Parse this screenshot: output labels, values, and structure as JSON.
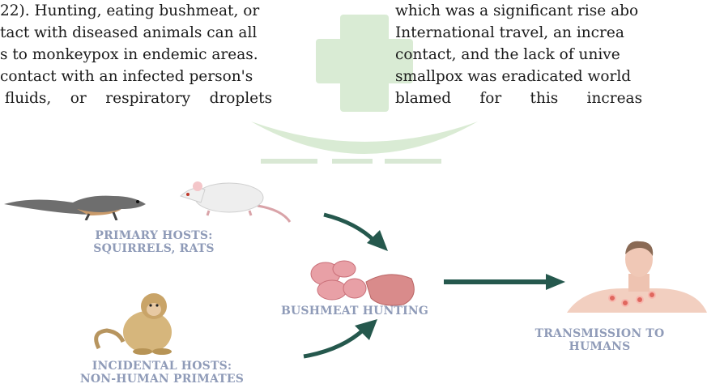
{
  "text_left": [
    "22). Hunting, eating bushmeat, or",
    "tact with diseased animals can all",
    "s to monkeypox in endemic areas.",
    " contact with an infected person's",
    " fluids,    or    respiratory    droplets"
  ],
  "text_right": [
    "which was a significant rise abo",
    "International travel, an increa",
    "contact, and the lack of unive",
    "smallpox was eradicated world",
    "blamed      for      this      increas"
  ],
  "figure": {
    "primary_hosts": [
      "PRIMARY HOSTS:",
      "SQUIRRELS, RATS"
    ],
    "incidental_hosts": [
      "INCIDENTAL HOSTS:",
      "NON-HUMAN PRIMATES"
    ],
    "bushmeat": "BUSHMEAT HUNTING",
    "transmission": [
      "TRANSMISSION TO",
      "HUMANS"
    ]
  },
  "colors": {
    "caption": "#8f9bb8",
    "arrow": "#25584d",
    "watermark": "#c9e3c4"
  }
}
